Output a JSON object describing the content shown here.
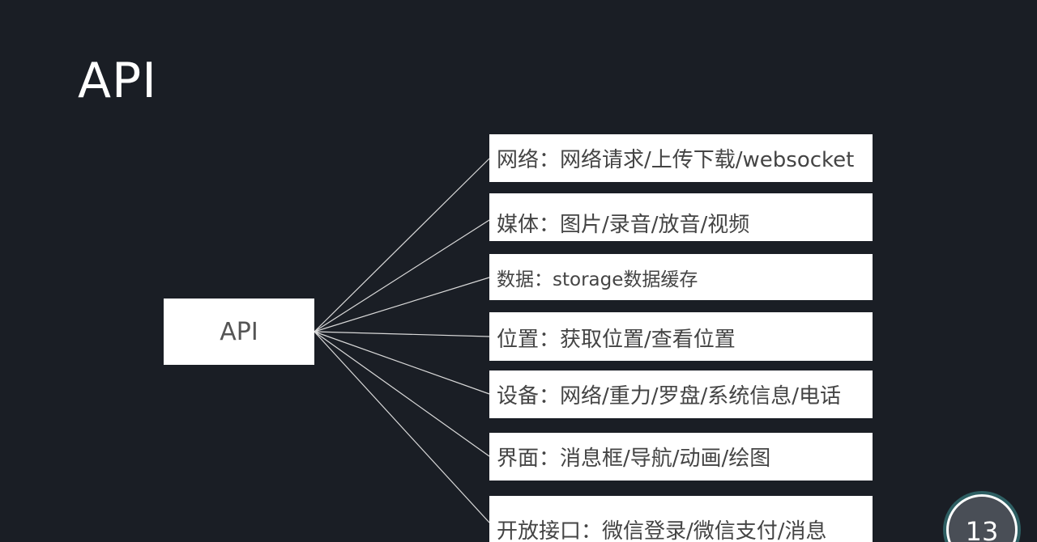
{
  "title": "API",
  "root": {
    "label": "API"
  },
  "branches": [
    {
      "label": "网络：网络请求/上传下载/websocket"
    },
    {
      "label": "媒体：图片/录音/放音/视频"
    },
    {
      "label": "数据：storage数据缓存"
    },
    {
      "label": "位置：获取位置/查看位置"
    },
    {
      "label": "设备：网络/重力/罗盘/系统信息/电话"
    },
    {
      "label": "界面：消息框/导航/动画/绘图"
    },
    {
      "label": "开放接口：微信登录/微信支付/消息"
    }
  ],
  "page_number": "13",
  "colors": {
    "background": "#1a1e25",
    "box": "#ffffff",
    "connector": "#d9d9d9",
    "badge": "#494e56",
    "badge_ring": "#2e5f63"
  }
}
